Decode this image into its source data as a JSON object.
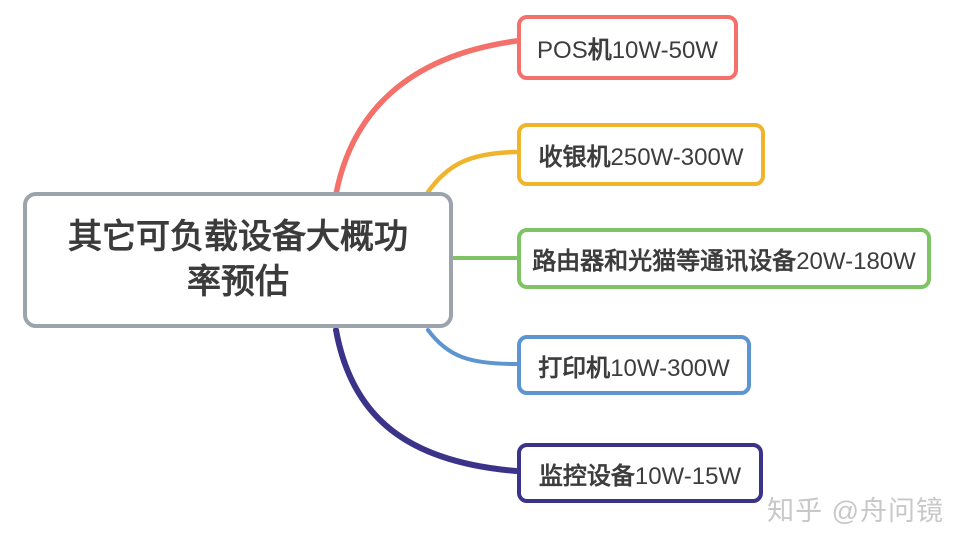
{
  "title_node": {
    "label": "其它可负载设备大概功率预估",
    "lines": [
      "其它可负载设备大概功",
      "率预估"
    ],
    "border_color": "#9ca3ac"
  },
  "branches": [
    {
      "label": "POS机10W-50W",
      "device": "POS机",
      "power_range": "10W-50W",
      "color": "#f3716a",
      "parts": [
        {
          "text": "POS",
          "bold": false
        },
        {
          "text": "机",
          "bold": true
        },
        {
          "text": "10W-50W",
          "bold": false
        }
      ]
    },
    {
      "label": "收银机250W-300W",
      "device": "收银机",
      "power_range": "250W-300W",
      "color": "#f0b32c",
      "parts": [
        {
          "text": "收银机",
          "bold": true
        },
        {
          "text": "250W-300W",
          "bold": false
        }
      ]
    },
    {
      "label": "路由器和光猫等通讯设备20W-180W",
      "device": "路由器和光猫等通讯设备",
      "power_range": "20W-180W",
      "color": "#7ec465",
      "parts": [
        {
          "text": "路由器和光猫等通讯设备",
          "bold": true
        },
        {
          "text": "20W-180W",
          "bold": false
        }
      ]
    },
    {
      "label": "打印机10W-300W",
      "device": "打印机",
      "power_range": "10W-300W",
      "color": "#5d95d1",
      "parts": [
        {
          "text": "打印机",
          "bold": true
        },
        {
          "text": "10W-300W",
          "bold": false
        }
      ]
    },
    {
      "label": "监控设备10W-15W",
      "device": "监控设备",
      "power_range": "10W-15W",
      "color": "#3b3389",
      "parts": [
        {
          "text": "监控设备",
          "bold": true
        },
        {
          "text": "10W-15W",
          "bold": false
        }
      ]
    }
  ],
  "watermark": "知乎 @舟问镜",
  "colors": {
    "text": "#3b3b3b",
    "branch_text": "#3d3d3d",
    "watermark": "#c8c8c8",
    "background": "#ffffff"
  }
}
